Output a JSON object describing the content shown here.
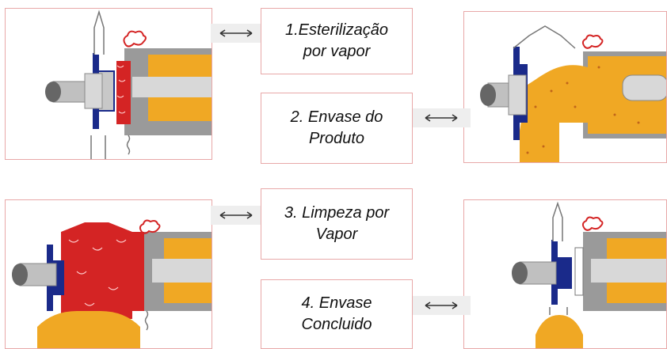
{
  "steps": [
    {
      "line1": "1.Esterilização",
      "line2": "por vapor"
    },
    {
      "line1": "2. Envase do",
      "line2": "Produto"
    },
    {
      "line1": "3. Limpeza por",
      "line2": "Vapor"
    },
    {
      "line1": "4. Envase",
      "line2": "Concluido"
    }
  ],
  "icons": {
    "connector": "double-arrow-icon",
    "steam": "steam-puff-icon",
    "condensate": "condensate-drip-icon"
  },
  "colors": {
    "border": "#e8a8a8",
    "product": "#f0a824",
    "steam": "#d42424",
    "valve_body": "#9a9a9a",
    "seal": "#1a2a8a"
  }
}
